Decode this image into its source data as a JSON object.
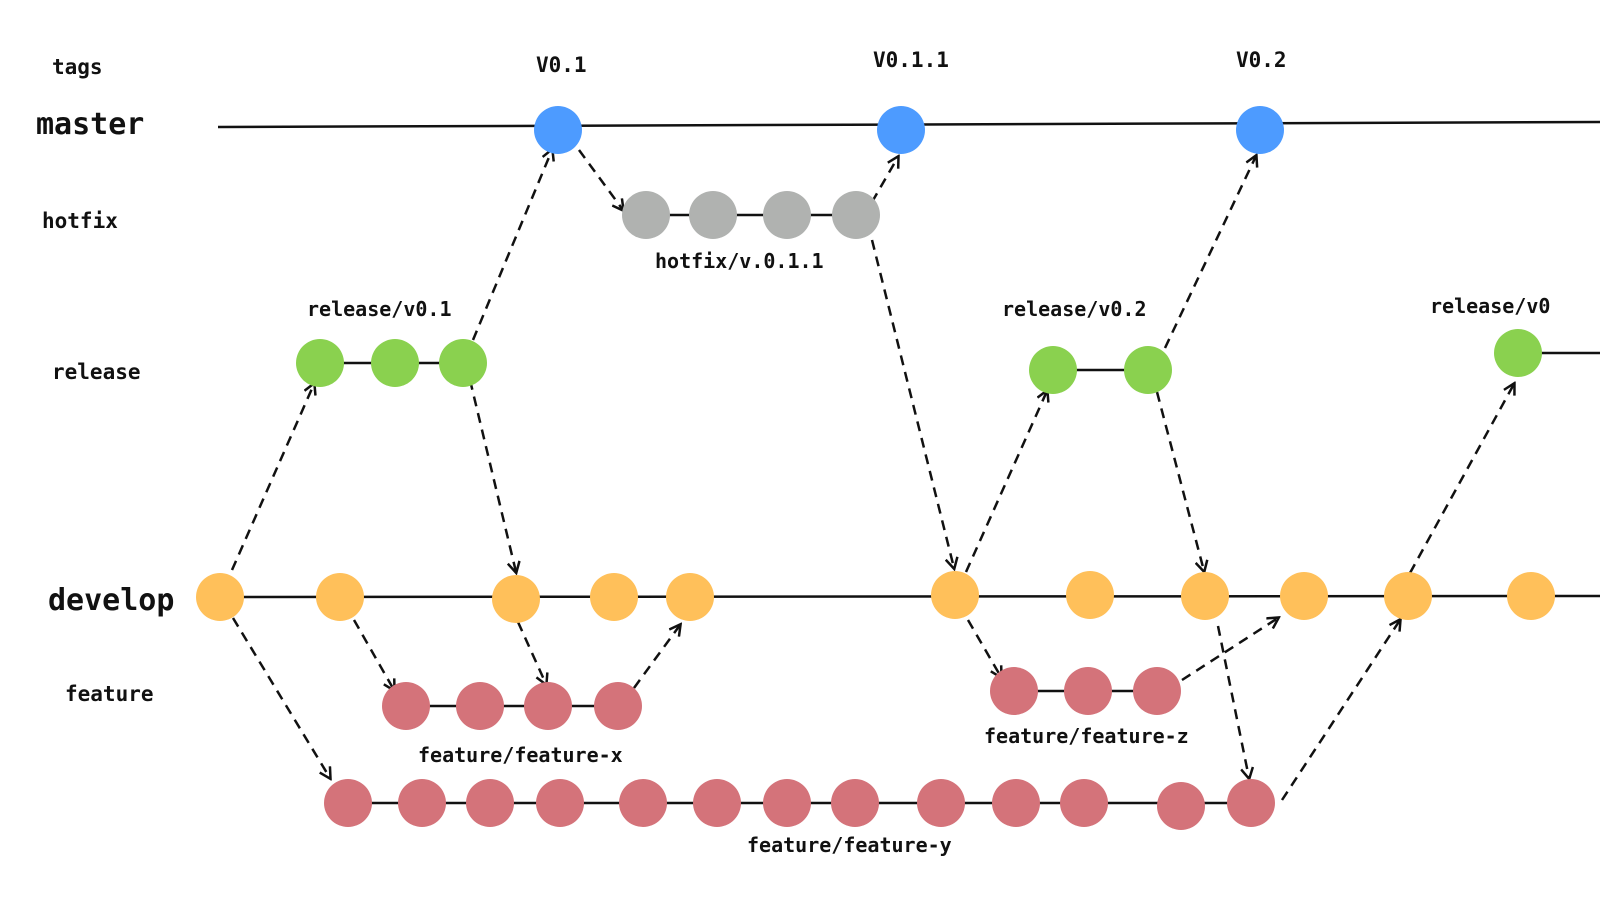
{
  "colors": {
    "master": "#4d9bff",
    "hotfix": "#b0b2b0",
    "release": "#8ad14f",
    "develop": "#ffc05a",
    "feature": "#d4737a"
  },
  "rows": {
    "tags": "tags",
    "master": "master",
    "hotfix": "hotfix",
    "release": "release",
    "develop": "develop",
    "feature": "feature"
  },
  "tags": [
    "V0.1",
    "V0.1.1",
    "V0.2"
  ],
  "branches": {
    "hotfix": "hotfix/v.0.1.1",
    "release_1": "release/v0.1",
    "release_2": "release/v0.2",
    "release_3": "release/v0",
    "feature_x": "feature/feature-x",
    "feature_z": "feature/feature-z",
    "feature_y": "feature/feature-y"
  }
}
